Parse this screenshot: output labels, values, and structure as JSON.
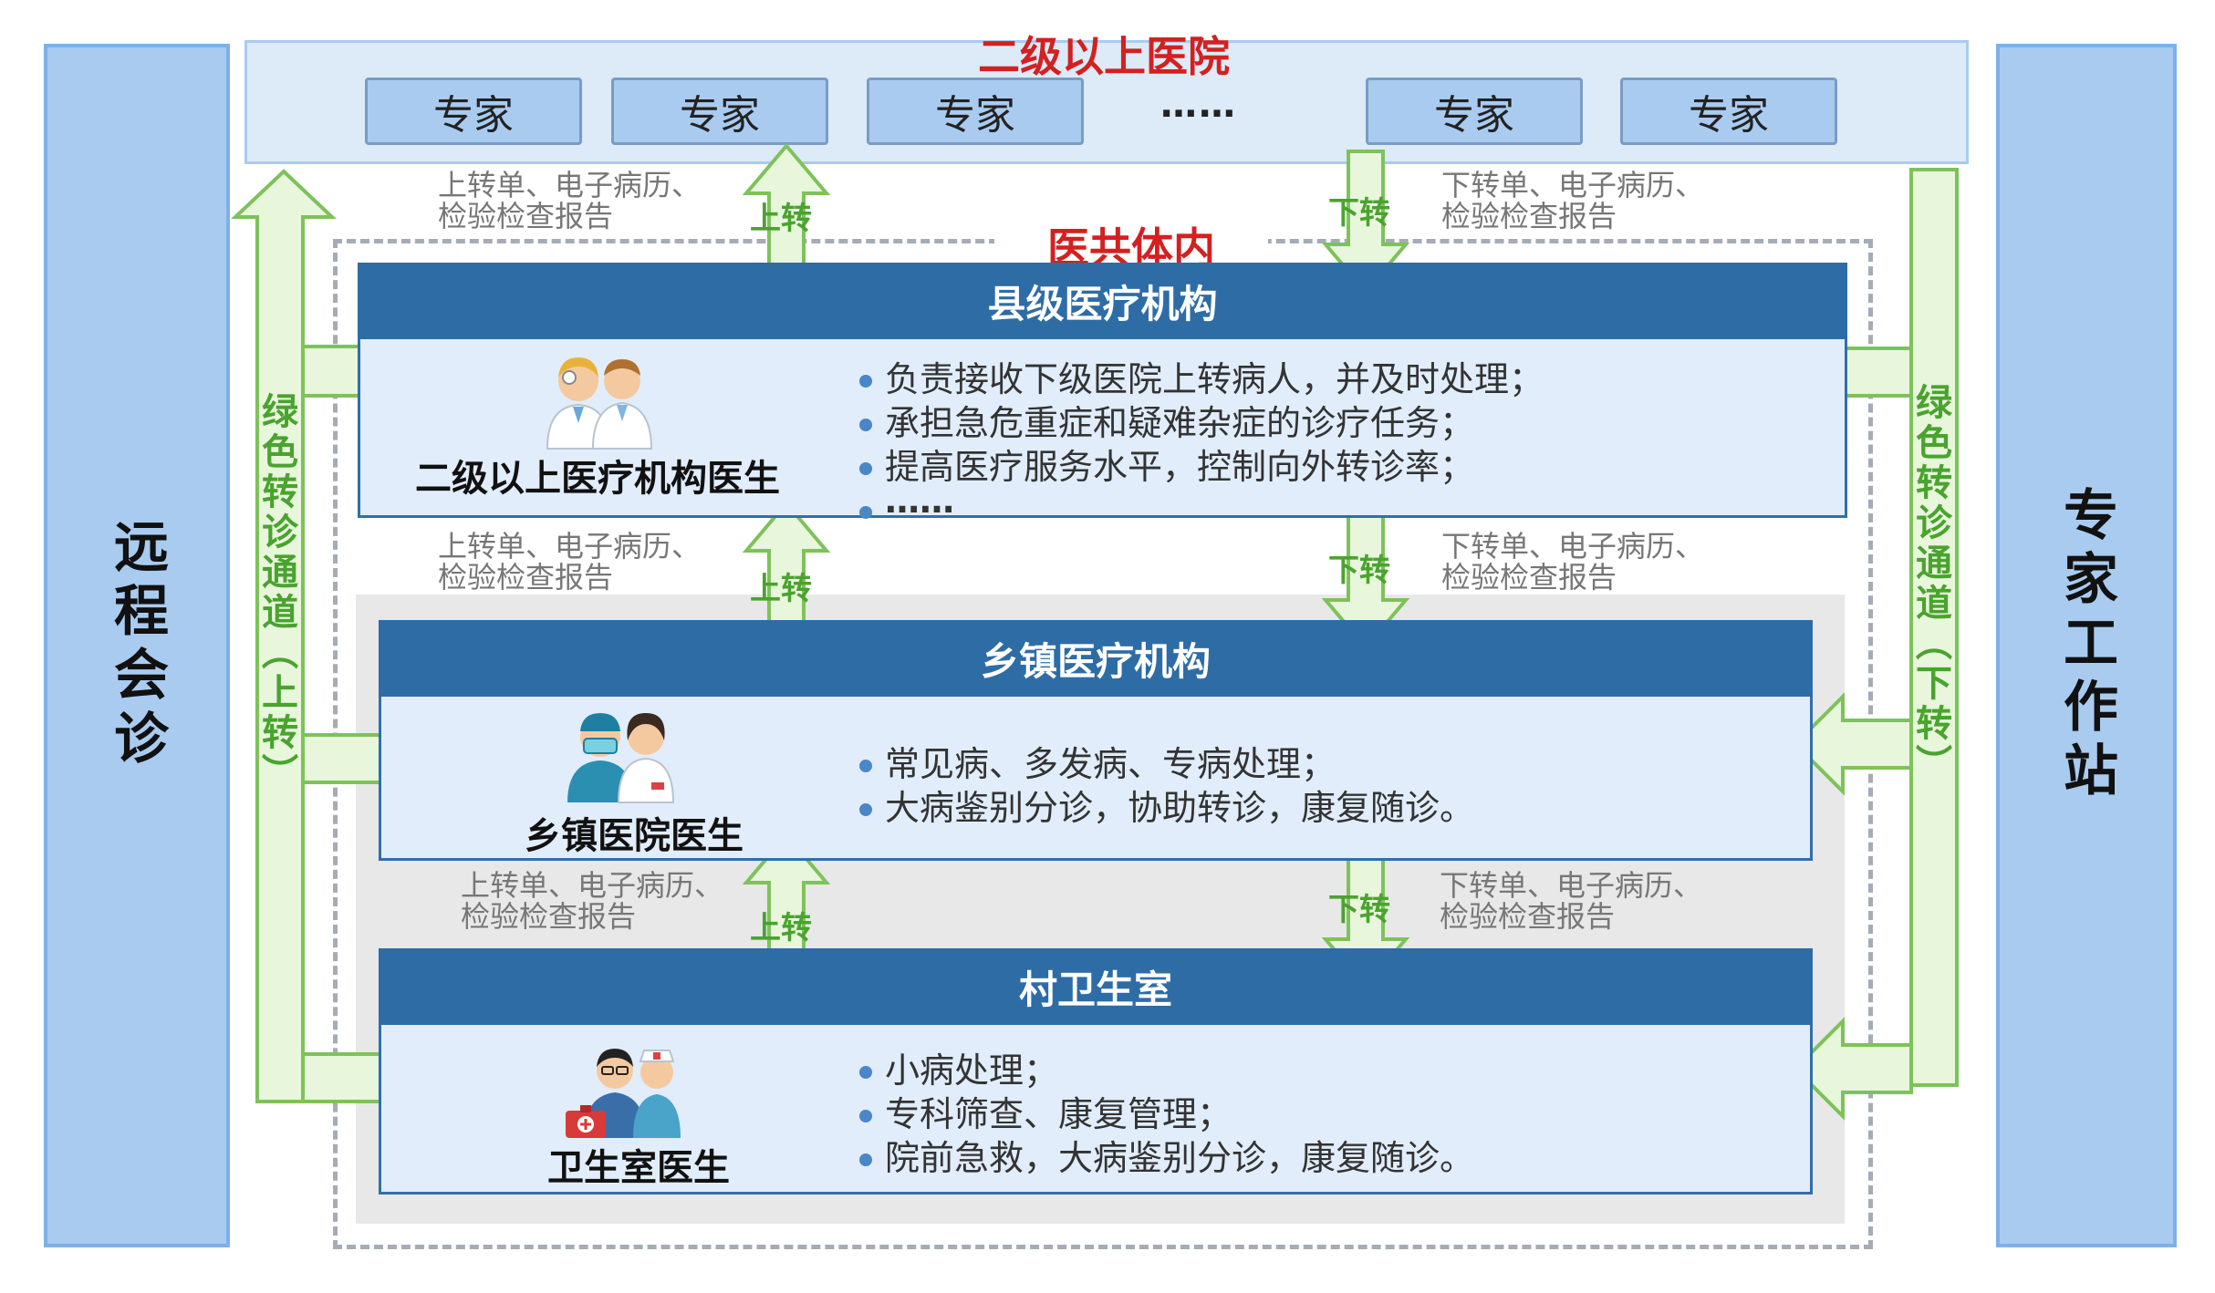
{
  "left_bar": {
    "label": "远程会诊"
  },
  "right_bar": {
    "label": "专家工作站"
  },
  "top": {
    "title": "二级以上医院",
    "experts": [
      "专家",
      "专家",
      "专家",
      "专家",
      "专家"
    ],
    "ellipsis": "……"
  },
  "inner_title": "医共体内",
  "up_label": "上转",
  "down_label": "下转",
  "up_note": [
    "上转单、电子病历、",
    "检验检查报告"
  ],
  "down_note": [
    "下转单、电子病历、",
    "检验检查报告"
  ],
  "green_left": "绿色转诊通道（上转）",
  "green_right": "绿色转诊通道（下转）",
  "tiers": [
    {
      "title": "县级医疗机构",
      "doctor": "二级以上医疗机构医生",
      "bullets": [
        "负责接收下级医院上转病人，并及时处理；",
        "承担急危重症和疑难杂症的诊疗任务；",
        "提高医疗服务水平，控制向外转诊率；",
        "……"
      ]
    },
    {
      "title": "乡镇医疗机构",
      "doctor": "乡镇医院医生",
      "bullets": [
        "常见病、多发病、专病处理；",
        "大病鉴别分诊，协助转诊，康复随诊。"
      ]
    },
    {
      "title": "村卫生室",
      "doctor": "卫生室医生",
      "bullets": [
        "小病处理；",
        "专科筛查、康复管理；",
        "院前急救，大病鉴别分诊，康复随诊。"
      ]
    }
  ],
  "colors": {
    "tier_header": "#2e6ca6",
    "side_bar": "#a9cbf0",
    "green_arrow": "#7ec25a",
    "red_title": "#d42020"
  }
}
